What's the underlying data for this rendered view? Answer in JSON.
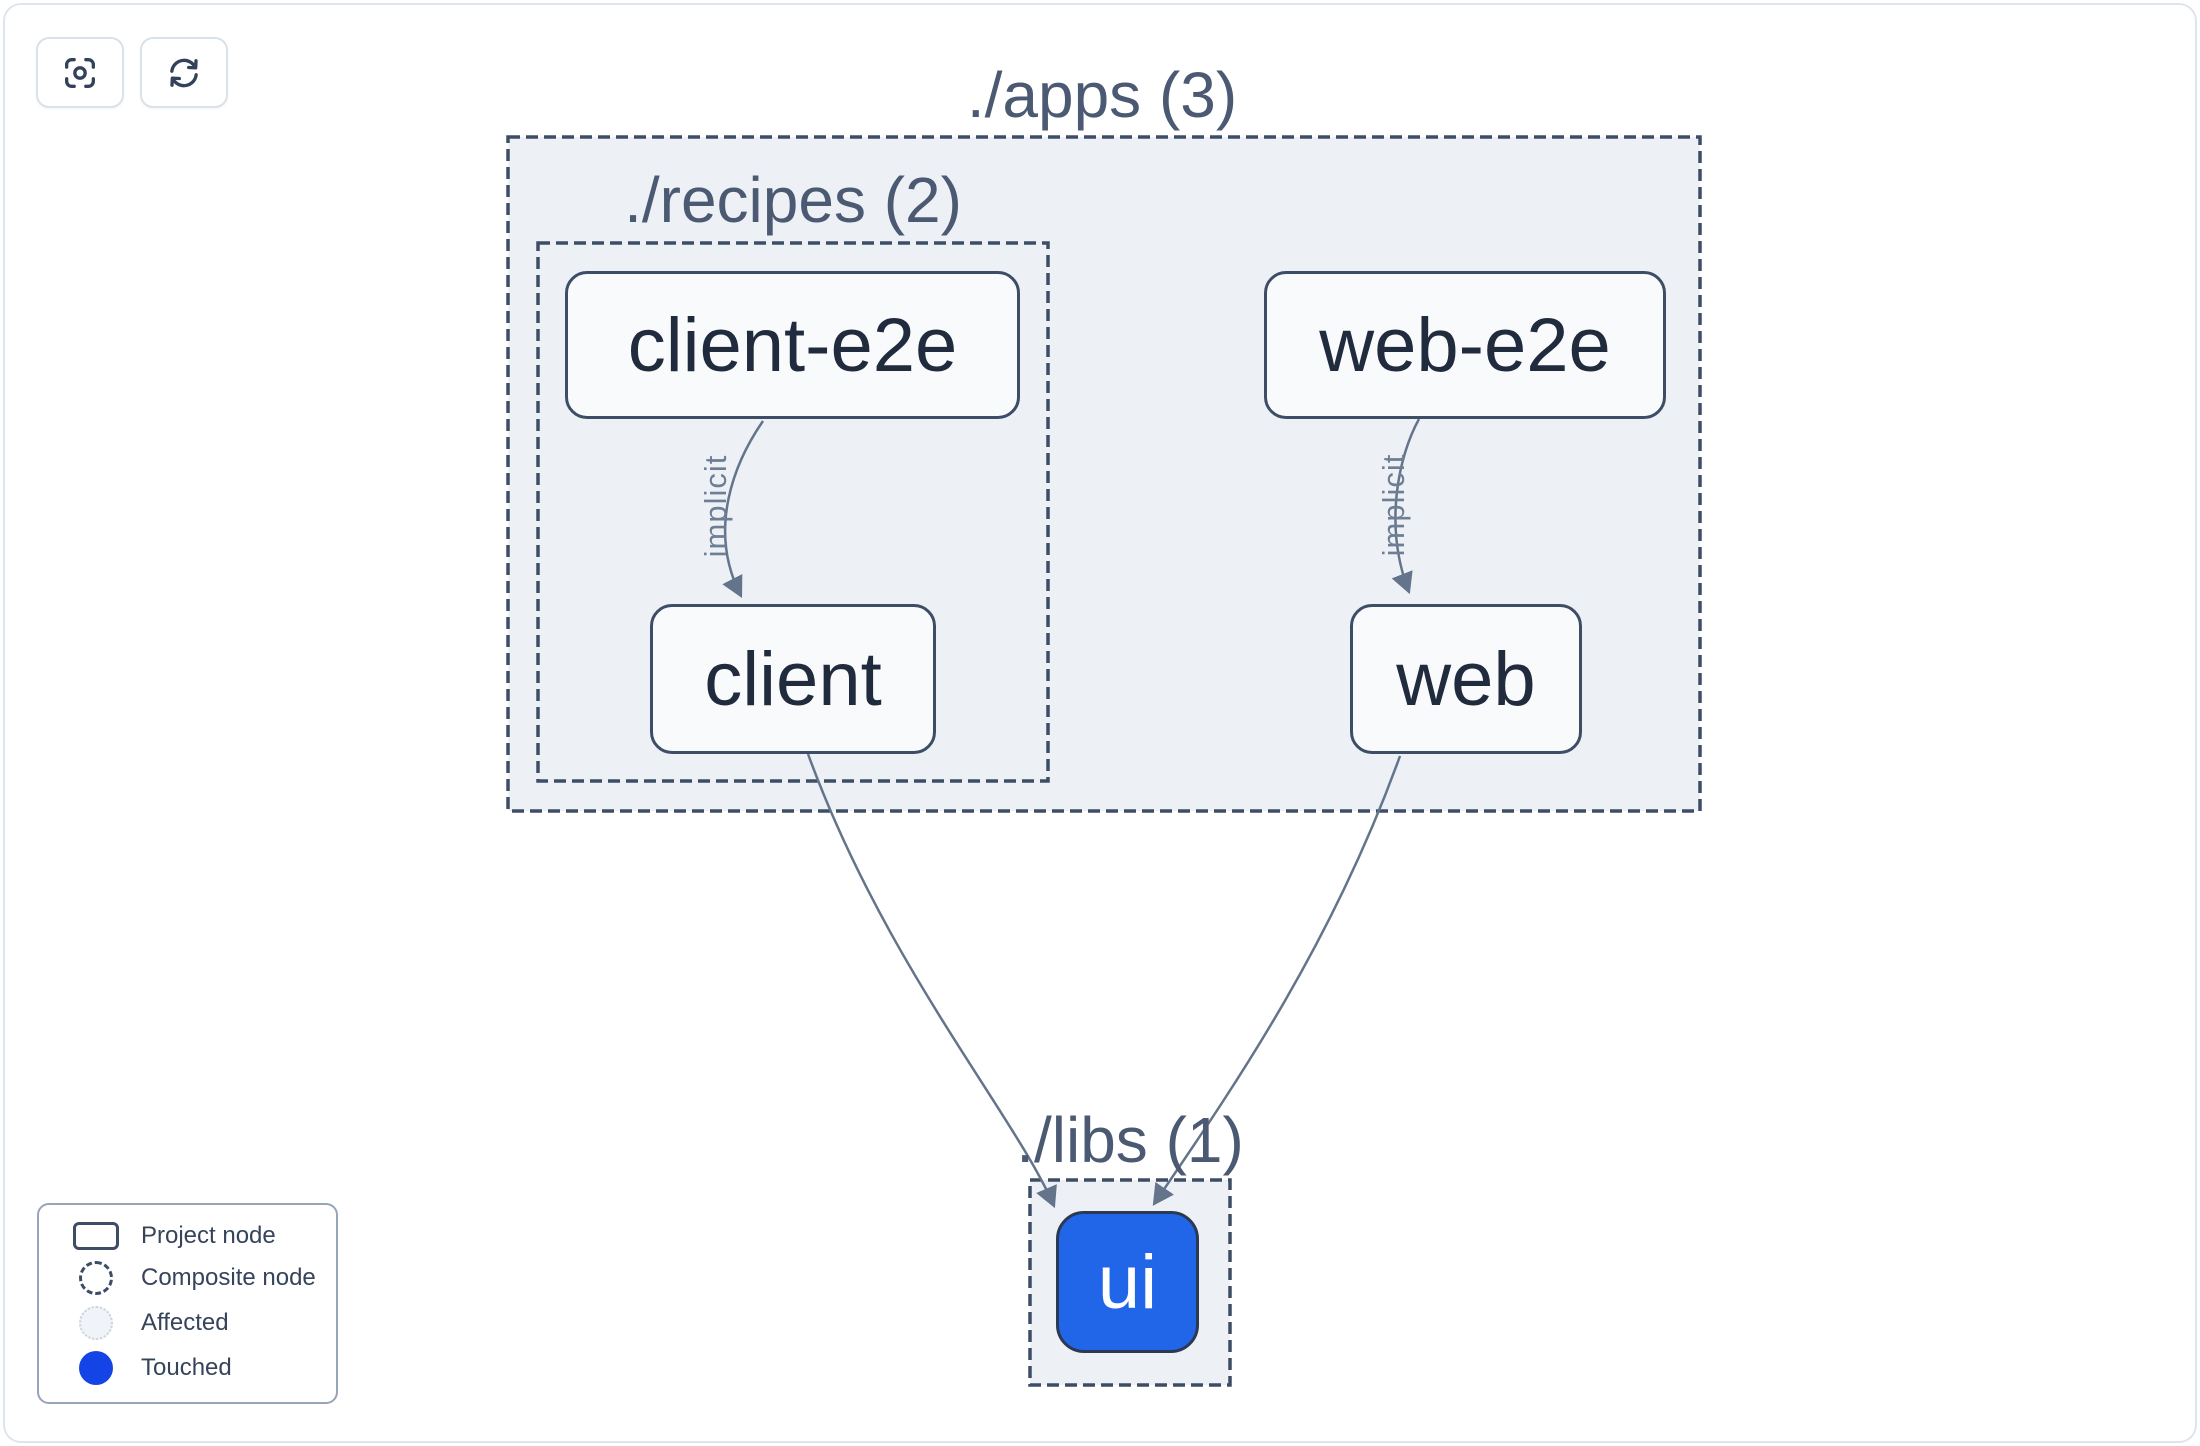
{
  "toolbar": {
    "buttons": [
      {
        "id": "focus",
        "icon": "focus-icon"
      },
      {
        "id": "refresh",
        "icon": "refresh-icon"
      }
    ]
  },
  "graph": {
    "groups": [
      {
        "id": "apps",
        "label": "./apps (3)"
      },
      {
        "id": "recipes",
        "label": "./recipes (2)"
      },
      {
        "id": "libs",
        "label": "./libs (1)"
      }
    ],
    "nodes": [
      {
        "id": "client-e2e",
        "label": "client-e2e",
        "state": "default"
      },
      {
        "id": "web-e2e",
        "label": "web-e2e",
        "state": "default"
      },
      {
        "id": "client",
        "label": "client",
        "state": "default"
      },
      {
        "id": "web",
        "label": "web",
        "state": "default"
      },
      {
        "id": "ui",
        "label": "ui",
        "state": "touched"
      }
    ],
    "edges": [
      {
        "from": "client-e2e",
        "to": "client",
        "label": "implicit"
      },
      {
        "from": "web-e2e",
        "to": "web",
        "label": "implicit"
      },
      {
        "from": "client",
        "to": "ui",
        "label": ""
      },
      {
        "from": "web",
        "to": "ui",
        "label": ""
      }
    ]
  },
  "legend": {
    "items": [
      {
        "swatch": "project",
        "label": "Project node"
      },
      {
        "swatch": "composite",
        "label": "Composite node"
      },
      {
        "swatch": "affected",
        "label": "Affected"
      },
      {
        "swatch": "touched",
        "label": "Touched"
      }
    ]
  },
  "colors": {
    "touched_blue": "#1544e6",
    "touched_node_fill": "#2166e8",
    "container_fill": "#edf1f6",
    "outline_slate": "#3e4d66",
    "edge_slate": "#64748b"
  }
}
